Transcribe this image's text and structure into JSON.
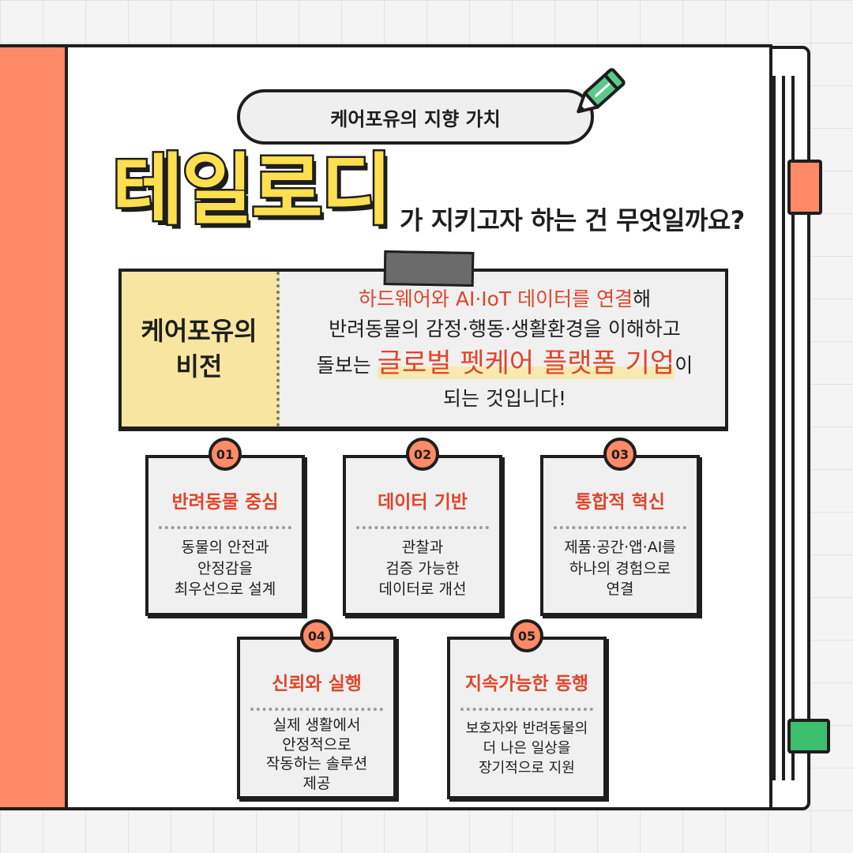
{
  "header": {
    "pill_text": "케어포유의 지향 가치"
  },
  "title": {
    "brand": "테일로디",
    "suffix": "가 지키고자 하는 건 무엇일까요?"
  },
  "vision": {
    "label_line1": "케어포유의",
    "label_line2": "비전",
    "line1_highlight": "하드웨어와 AI·IoT 데이터를 연결",
    "line1_rest": "해",
    "line2": "반려동물의 감정·행동·생활환경을 이해하고",
    "line3_pre": "돌보는 ",
    "line3_highlight": "글로벌 펫케어 플랫폼 기업",
    "line3_post": "이",
    "line4": "되는 것입니다!"
  },
  "values": [
    {
      "number": "01",
      "title": "반려동물 중심",
      "desc": [
        "동물의 안전과",
        "안정감을",
        "최우선으로 설계"
      ]
    },
    {
      "number": "02",
      "title": "데이터 기반",
      "desc": [
        "관찰과",
        "검증 가능한",
        "데이터로 개선"
      ]
    },
    {
      "number": "03",
      "title": "통합적 혁신",
      "desc": [
        "제품·공간·앱·AI를",
        "하나의 경험으로",
        "연결"
      ]
    },
    {
      "number": "04",
      "title": "신뢰와 실행",
      "desc": [
        "실제 생활에서",
        "안정적으로",
        "작동하는 솔루션",
        "제공"
      ]
    },
    {
      "number": "05",
      "title": "지속가능한 동행",
      "desc": [
        "보호자와 반려동물의",
        "더 나은 일상을",
        "장기적으로 지원"
      ]
    }
  ],
  "colors": {
    "accent_red": "#e0452a",
    "coral": "#ff8a67",
    "yellow": "#ffdf4f",
    "bookmark_green": "#3dbf6f",
    "pencil_green": "#5cc98a"
  },
  "icons": {
    "decoration": "pencil-icon"
  }
}
